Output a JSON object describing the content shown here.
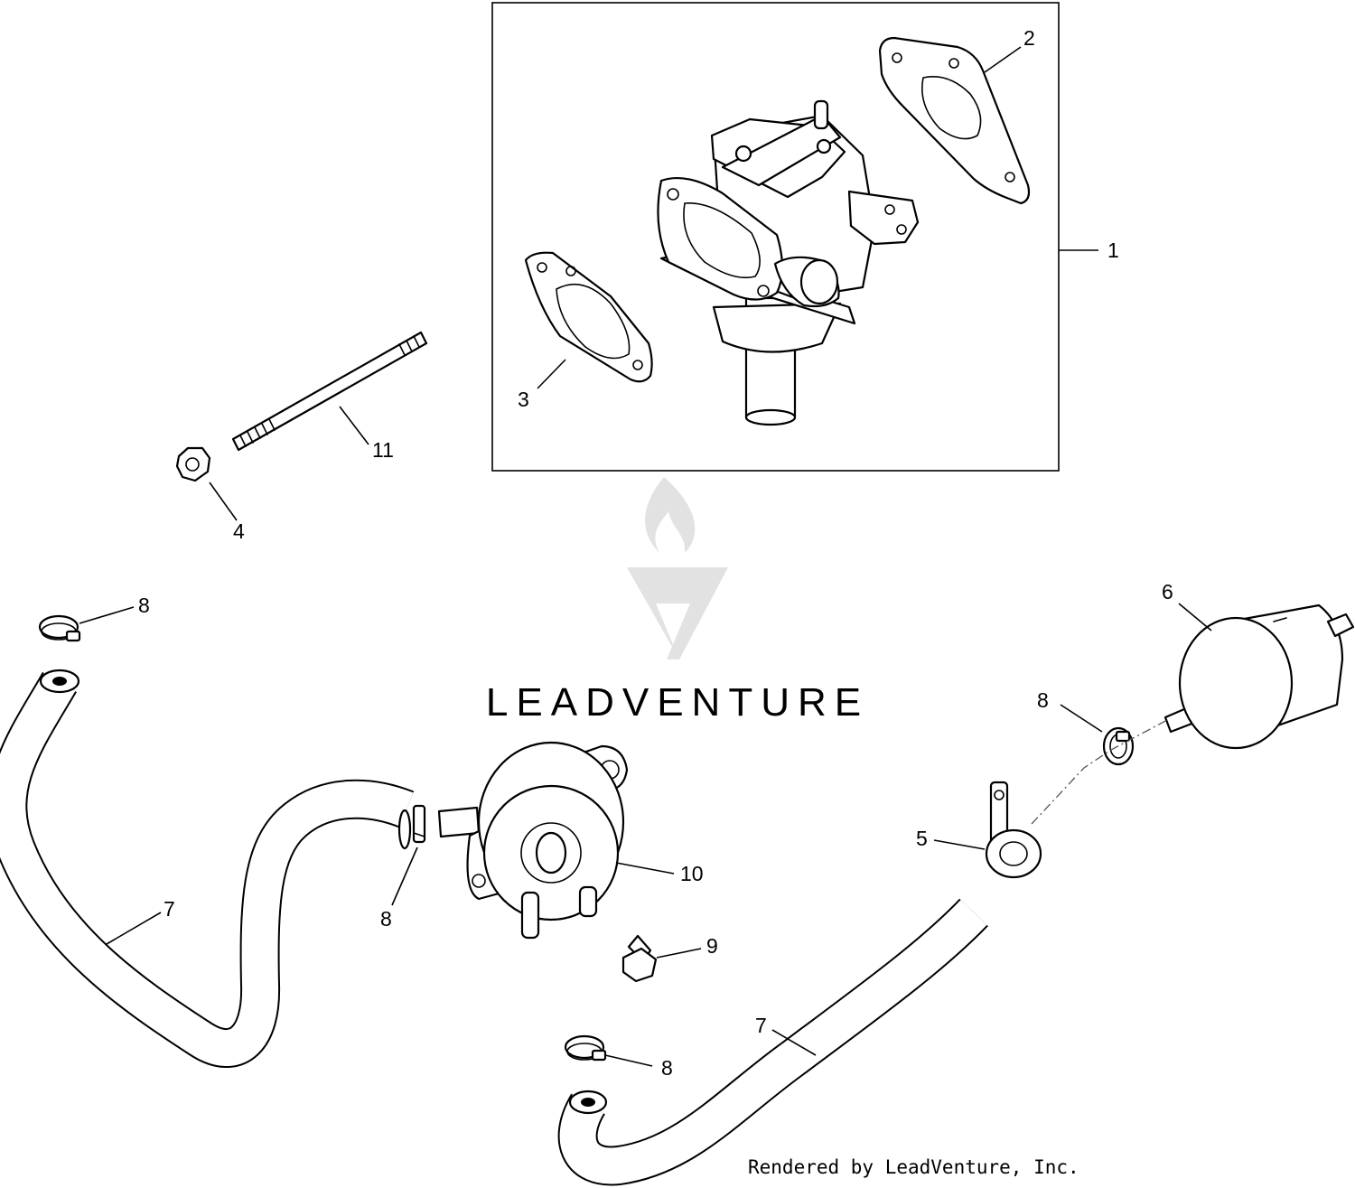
{
  "watermark": {
    "text": "LEADVENTURE"
  },
  "credit": "Rendered by LeadVenture, Inc.",
  "callouts": {
    "c1": "1",
    "c2": "2",
    "c3": "3",
    "c4": "4",
    "c5": "5",
    "c6": "6",
    "c7a": "7",
    "c7b": "7",
    "c8a": "8",
    "c8b": "8",
    "c8c": "8",
    "c8d": "8",
    "c9": "9",
    "c10": "10",
    "c11": "11"
  }
}
